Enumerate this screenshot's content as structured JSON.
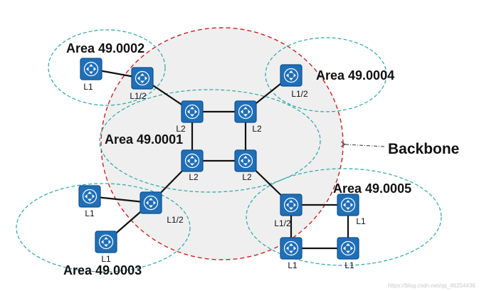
{
  "colors": {
    "router_fill": "#1f6fb8",
    "router_border": "#0f4f8c",
    "link": "#111111",
    "area_ring": "#2aa7a7",
    "backbone_ring": "#cc2222",
    "backbone_fill": "#efefef"
  },
  "icon": "router-icon",
  "areas": [
    {
      "id": "a2",
      "label": "Area 49.0002"
    },
    {
      "id": "a1",
      "label": "Area 49.0001"
    },
    {
      "id": "a4",
      "label": "Area 49.0004"
    },
    {
      "id": "a3",
      "label": "Area 49.0003"
    },
    {
      "id": "a5",
      "label": "Area 49.0005"
    }
  ],
  "backbone": {
    "label": "Backbone"
  },
  "routers": [
    {
      "id": "r_a2_l1",
      "label": "L1"
    },
    {
      "id": "r_a2_l12",
      "label": "L1/2"
    },
    {
      "id": "r_c_tl",
      "label": "L2"
    },
    {
      "id": "r_c_tr",
      "label": "L2"
    },
    {
      "id": "r_c_bl",
      "label": "L2"
    },
    {
      "id": "r_c_br",
      "label": "L2"
    },
    {
      "id": "r_a4_l12",
      "label": "L1/2"
    },
    {
      "id": "r_a3_l1a",
      "label": "L1"
    },
    {
      "id": "r_a3_l12",
      "label": "L1/2"
    },
    {
      "id": "r_a3_l1b",
      "label": "L1"
    },
    {
      "id": "r_a5_l12",
      "label": "L1/2"
    },
    {
      "id": "r_a5_tr",
      "label": "L1"
    },
    {
      "id": "r_a5_bl",
      "label": "L1"
    },
    {
      "id": "r_a5_br",
      "label": "L1"
    }
  ],
  "links": [
    [
      "r_a2_l1",
      "r_a2_l12"
    ],
    [
      "r_a2_l12",
      "r_c_tl"
    ],
    [
      "r_c_tl",
      "r_c_tr"
    ],
    [
      "r_c_tr",
      "r_a4_l12"
    ],
    [
      "r_c_tl",
      "r_c_bl"
    ],
    [
      "r_c_tr",
      "r_c_br"
    ],
    [
      "r_c_bl",
      "r_c_br"
    ],
    [
      "r_c_bl",
      "r_a3_l12"
    ],
    [
      "r_a3_l1a",
      "r_a3_l12"
    ],
    [
      "r_a3_l12",
      "r_a3_l1b"
    ],
    [
      "r_c_br",
      "r_a5_l12"
    ],
    [
      "r_a5_l12",
      "r_a5_tr"
    ],
    [
      "r_a5_tr",
      "r_a5_br"
    ],
    [
      "r_a5_l12",
      "r_a5_bl"
    ],
    [
      "r_a5_bl",
      "r_a5_br"
    ]
  ],
  "watermark": "https://blog.csdn.net/qq_46254436"
}
